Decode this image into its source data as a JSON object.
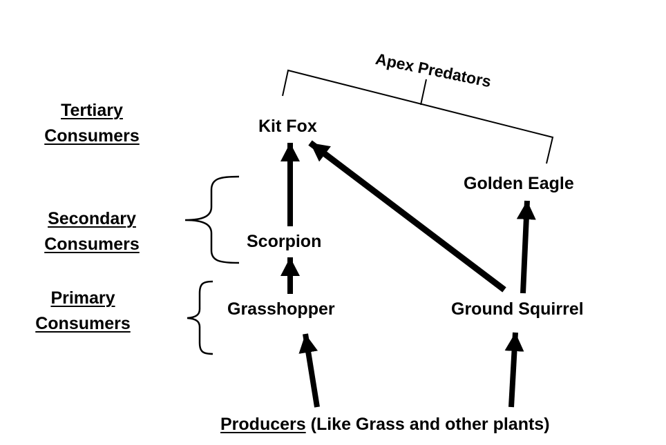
{
  "levels": {
    "tertiary": [
      "Tertiary",
      "Consumers"
    ],
    "secondary": [
      "Secondary",
      "Consumers"
    ],
    "primary": [
      "Primary",
      "Consumers"
    ]
  },
  "organisms": {
    "kit_fox": "Kit Fox",
    "golden_eagle": "Golden Eagle",
    "scorpion": "Scorpion",
    "grasshopper": "Grasshopper",
    "ground_squirrel": "Ground Squirrel"
  },
  "producers": {
    "label": "Producers",
    "note": "(Like Grass and other plants)"
  },
  "apex_label": "Apex Predators",
  "edges": [
    {
      "from": "scorpion",
      "to": "kit_fox"
    },
    {
      "from": "ground_squirrel",
      "to": "kit_fox"
    },
    {
      "from": "ground_squirrel",
      "to": "golden_eagle"
    },
    {
      "from": "grasshopper",
      "to": "scorpion"
    },
    {
      "from": "producers",
      "to": "grasshopper"
    },
    {
      "from": "producers",
      "to": "ground_squirrel"
    }
  ]
}
